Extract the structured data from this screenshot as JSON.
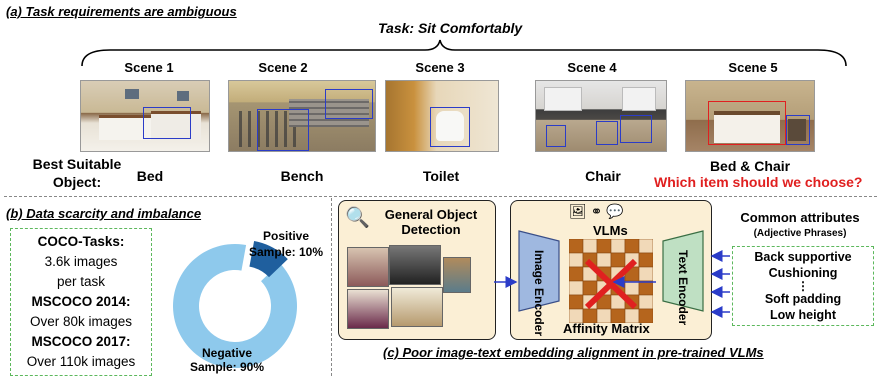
{
  "section_a": {
    "title": "(a) Task requirements are ambiguous",
    "task": "Task: Sit Comfortably",
    "scenes": [
      {
        "label": "Scene 1",
        "object": "Bed"
      },
      {
        "label": "Scene 2",
        "object": "Bench"
      },
      {
        "label": "Scene 3",
        "object": "Toilet"
      },
      {
        "label": "Scene 4",
        "object": "Chair"
      },
      {
        "label": "Scene 5",
        "object": "Bed & Chair"
      }
    ],
    "row_label_line1": "Best Suitable",
    "row_label_line2": "Object:",
    "question": "Which item should we choose?"
  },
  "section_b": {
    "title": "(b) Data scarcity and imbalance",
    "stats": [
      "COCO-Tasks:",
      "3.6k images",
      "per task",
      "MSCOCO 2014:",
      "Over 80k images",
      "MSCOCO 2017:",
      "Over 110k images"
    ],
    "positive_line1": "Positive",
    "positive_line2": "Sample: 10%",
    "negative_line1": "Negative",
    "negative_line2": "Sample: 90%"
  },
  "donut": {
    "positive_fraction": 0.1,
    "negative_fraction": 0.9,
    "positive_color": "#1f5f9e",
    "negative_color": "#8ec9ec"
  },
  "section_c": {
    "title": "(c) Poor image-text embedding alignment in pre-trained VLMs",
    "detect_line1": "General Object",
    "detect_line2": "Detection",
    "vlms": "VLMs",
    "image_encoder": "Image Encoder",
    "text_encoder": "Text Encoder",
    "affinity": "Affinity Matrix",
    "attr_title": "Common attributes",
    "attr_sub": "(Adjective Phrases)",
    "attributes": [
      "Back supportive",
      "Cushioning",
      "Soft padding",
      "Low height"
    ],
    "ellipsis": "⋮"
  }
}
